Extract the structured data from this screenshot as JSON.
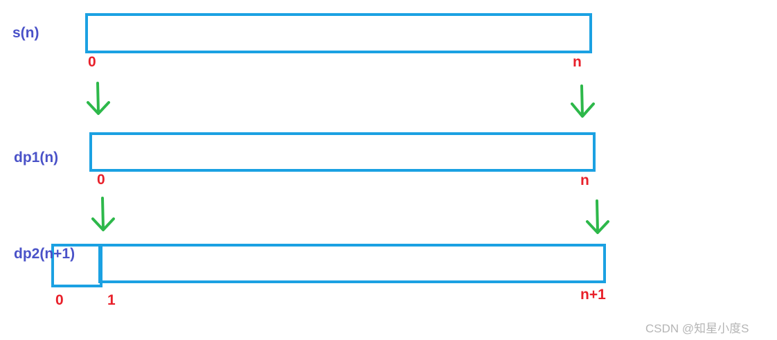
{
  "rows": [
    {
      "label": "s(n)",
      "start_index": "0",
      "end_index": "n"
    },
    {
      "label": "dp1(n)",
      "start_index": "0",
      "end_index": "n"
    },
    {
      "label": "dp2(n+1)",
      "start_index": "0",
      "mid_index": "1",
      "end_index": "n+1"
    }
  ],
  "colors": {
    "box_border": "#1ba1e2",
    "row_label": "#4a52c8",
    "index_label": "#e8202a",
    "arrow": "#2db84a",
    "watermark": "#b5b5b5"
  },
  "watermark": "CSDN @知星小度S"
}
